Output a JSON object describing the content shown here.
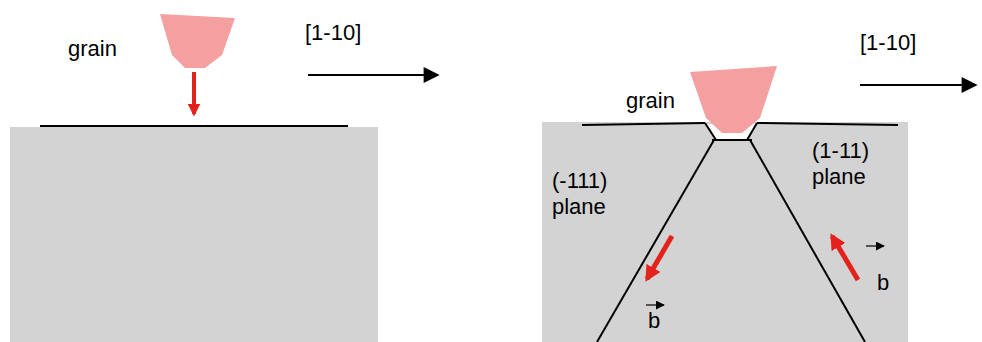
{
  "diagram": {
    "labels": [
      "grain",
      "[1-10]",
      "grain",
      "[1-10]",
      "(-111) plane",
      "(1-11) plane",
      "b",
      "b"
    ]
  }
}
